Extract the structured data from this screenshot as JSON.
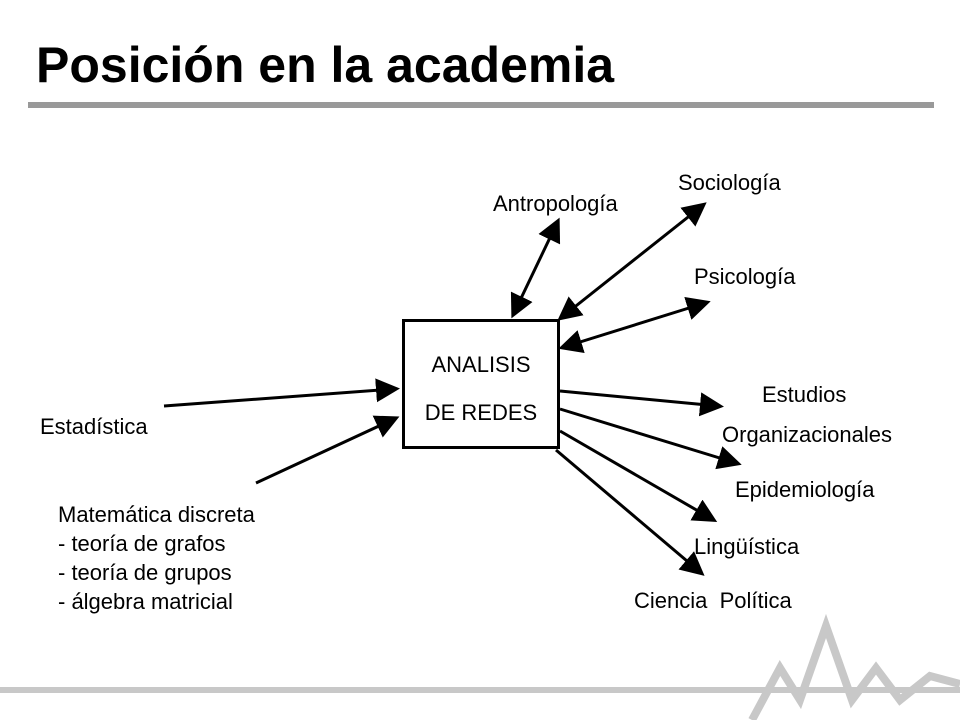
{
  "title": "Posición en la academia",
  "center_box": {
    "line1": "ANALISIS",
    "line2": "DE REDES"
  },
  "sources": {
    "statistics": "Estadística",
    "discrete_math": {
      "heading": "Matemática discreta",
      "items": [
        "- teoría de grafos",
        "- teoría de grupos",
        "- álgebra matricial"
      ]
    }
  },
  "disciplines": {
    "anthropology": "Antropología",
    "sociology": "Sociología",
    "psychology": "Psicología",
    "org_studies_line1": "Estudios",
    "org_studies_line2": "Organizacionales",
    "epidemiology": "Epidemiología",
    "linguistics": "Lingüística",
    "political_science": "Ciencia  Política"
  },
  "colors": {
    "text": "#000000",
    "rule": "#999999",
    "background": "#ffffff"
  }
}
